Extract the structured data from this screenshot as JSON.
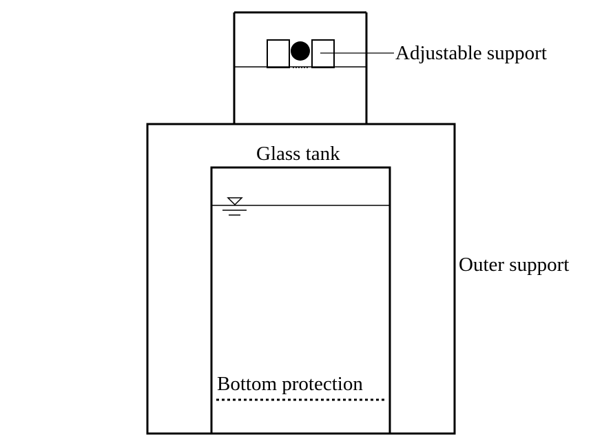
{
  "labels": {
    "adjustable_support": "Adjustable support",
    "glass_tank": "Glass tank",
    "outer_support": "Outer support",
    "bottom_protection": "Bottom protection"
  },
  "colors": {
    "line": "#000000",
    "background": "#ffffff"
  },
  "icons": {
    "water_level": "water-level-triangle-icon",
    "ball": "ball-icon"
  }
}
